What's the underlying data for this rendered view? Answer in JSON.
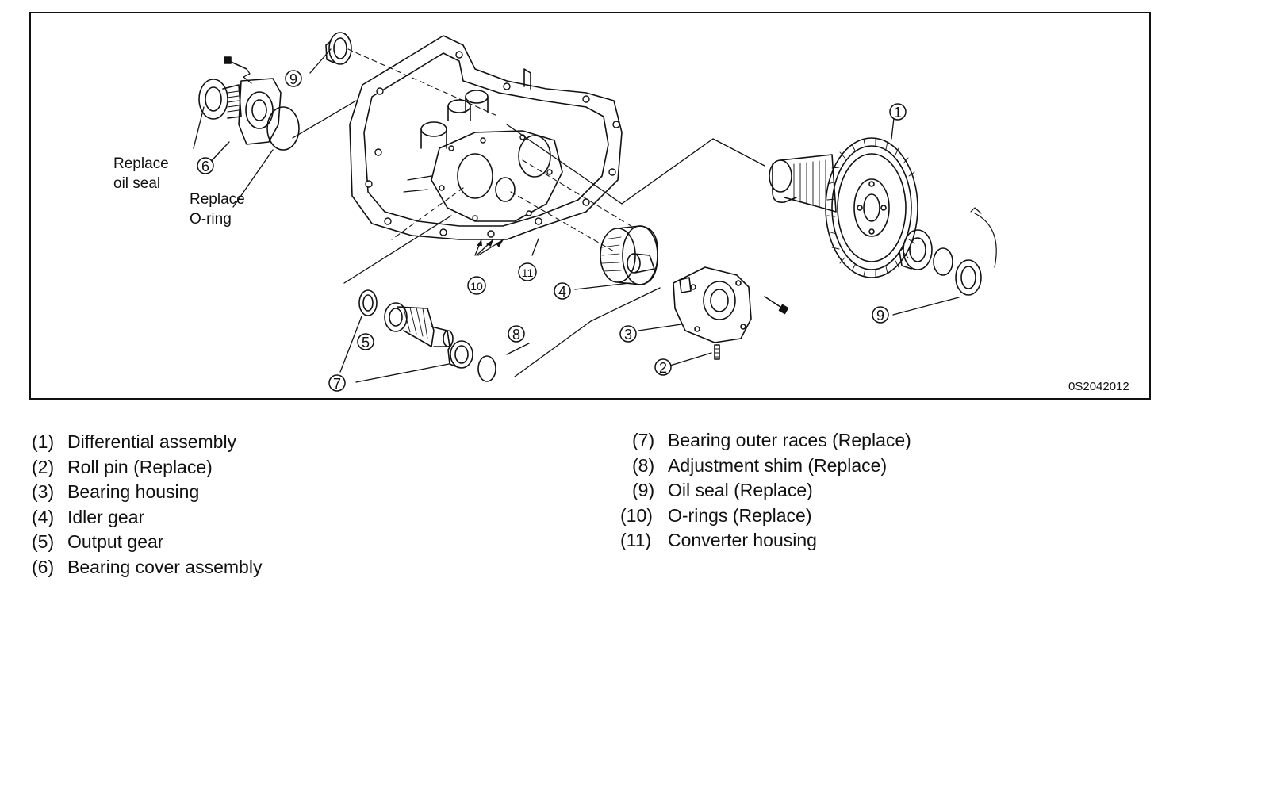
{
  "figure_code": "0S2042012",
  "callouts": {
    "replace_oil_seal": [
      "Replace",
      "oil seal"
    ],
    "replace_o_ring": [
      "Replace",
      "O-ring"
    ]
  },
  "markers": {
    "m1": "1",
    "m2": "2",
    "m3": "3",
    "m4": "4",
    "m5": "5",
    "m6": "6",
    "m7": "7",
    "m8": "8",
    "m9a": "9",
    "m9b": "9",
    "m10": "10",
    "m11": "11"
  },
  "legend": {
    "left": [
      {
        "num": "(1)",
        "text": "Differential assembly"
      },
      {
        "num": "(2)",
        "text": "Roll pin (Replace)"
      },
      {
        "num": "(3)",
        "text": "Bearing housing"
      },
      {
        "num": "(4)",
        "text": "Idler gear"
      },
      {
        "num": "(5)",
        "text": "Output gear"
      },
      {
        "num": "(6)",
        "text": "Bearing cover assembly"
      }
    ],
    "right": [
      {
        "num": "(7)",
        "text": "Bearing outer races (Replace)"
      },
      {
        "num": "(8)",
        "text": "Adjustment shim (Replace)"
      },
      {
        "num": "(9)",
        "text": "Oil seal (Replace)"
      },
      {
        "num": "(10)",
        "text": "O-rings (Replace)"
      },
      {
        "num": "(11)",
        "text": "Converter housing"
      }
    ]
  }
}
